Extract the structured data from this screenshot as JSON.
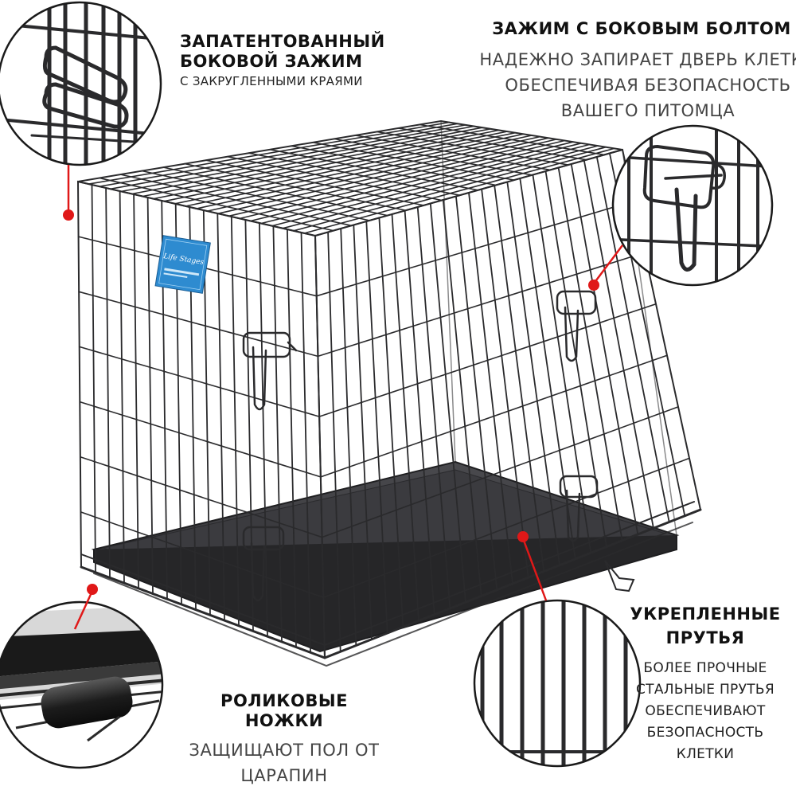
{
  "colors": {
    "accent": "#e01818",
    "wire": "#2a2a2c",
    "tray": "#3a3a3d"
  },
  "callouts": {
    "side_latch": {
      "title_line1": "ЗАПАТЕНТОВАННЫЙ",
      "title_line2": "БОКОВОЙ ЗАЖИМ",
      "subtitle": "С ЗАКРУГЛЕННЫМИ КРАЯМИ"
    },
    "bolt_clamp": {
      "title": "ЗАЖИМ С БОКОВЫМ БОЛТОМ",
      "line1": "НАДЕЖНО ЗАПИРАЕТ ДВЕРЬ КЛЕТКИ",
      "line2": "ОБЕСПЕЧИВАЯ БЕЗОПАСНОСТЬ",
      "line3": "ВАШЕГО ПИТОМЦА"
    },
    "roller_feet": {
      "title": "РОЛИКОВЫЕ НОЖКИ",
      "line1": "ЗАЩИЩАЮТ ПОЛ ОТ",
      "line2": "ЦАРАПИН"
    },
    "bars": {
      "title_line1": "УКРЕПЛЕННЫЕ",
      "title_line2": "ПРУТЬЯ",
      "line1": "БОЛЕЕ ПРОЧНЫЕ",
      "line2": "СТАЛЬНЫЕ ПРУТЬЯ",
      "line3": "ОБЕСПЕЧИВАЮТ",
      "line4": "БЕЗОПАСНОСТЬ",
      "line5": "КЛЕТКИ"
    }
  },
  "product": {
    "tag_text": "Life Stages"
  }
}
